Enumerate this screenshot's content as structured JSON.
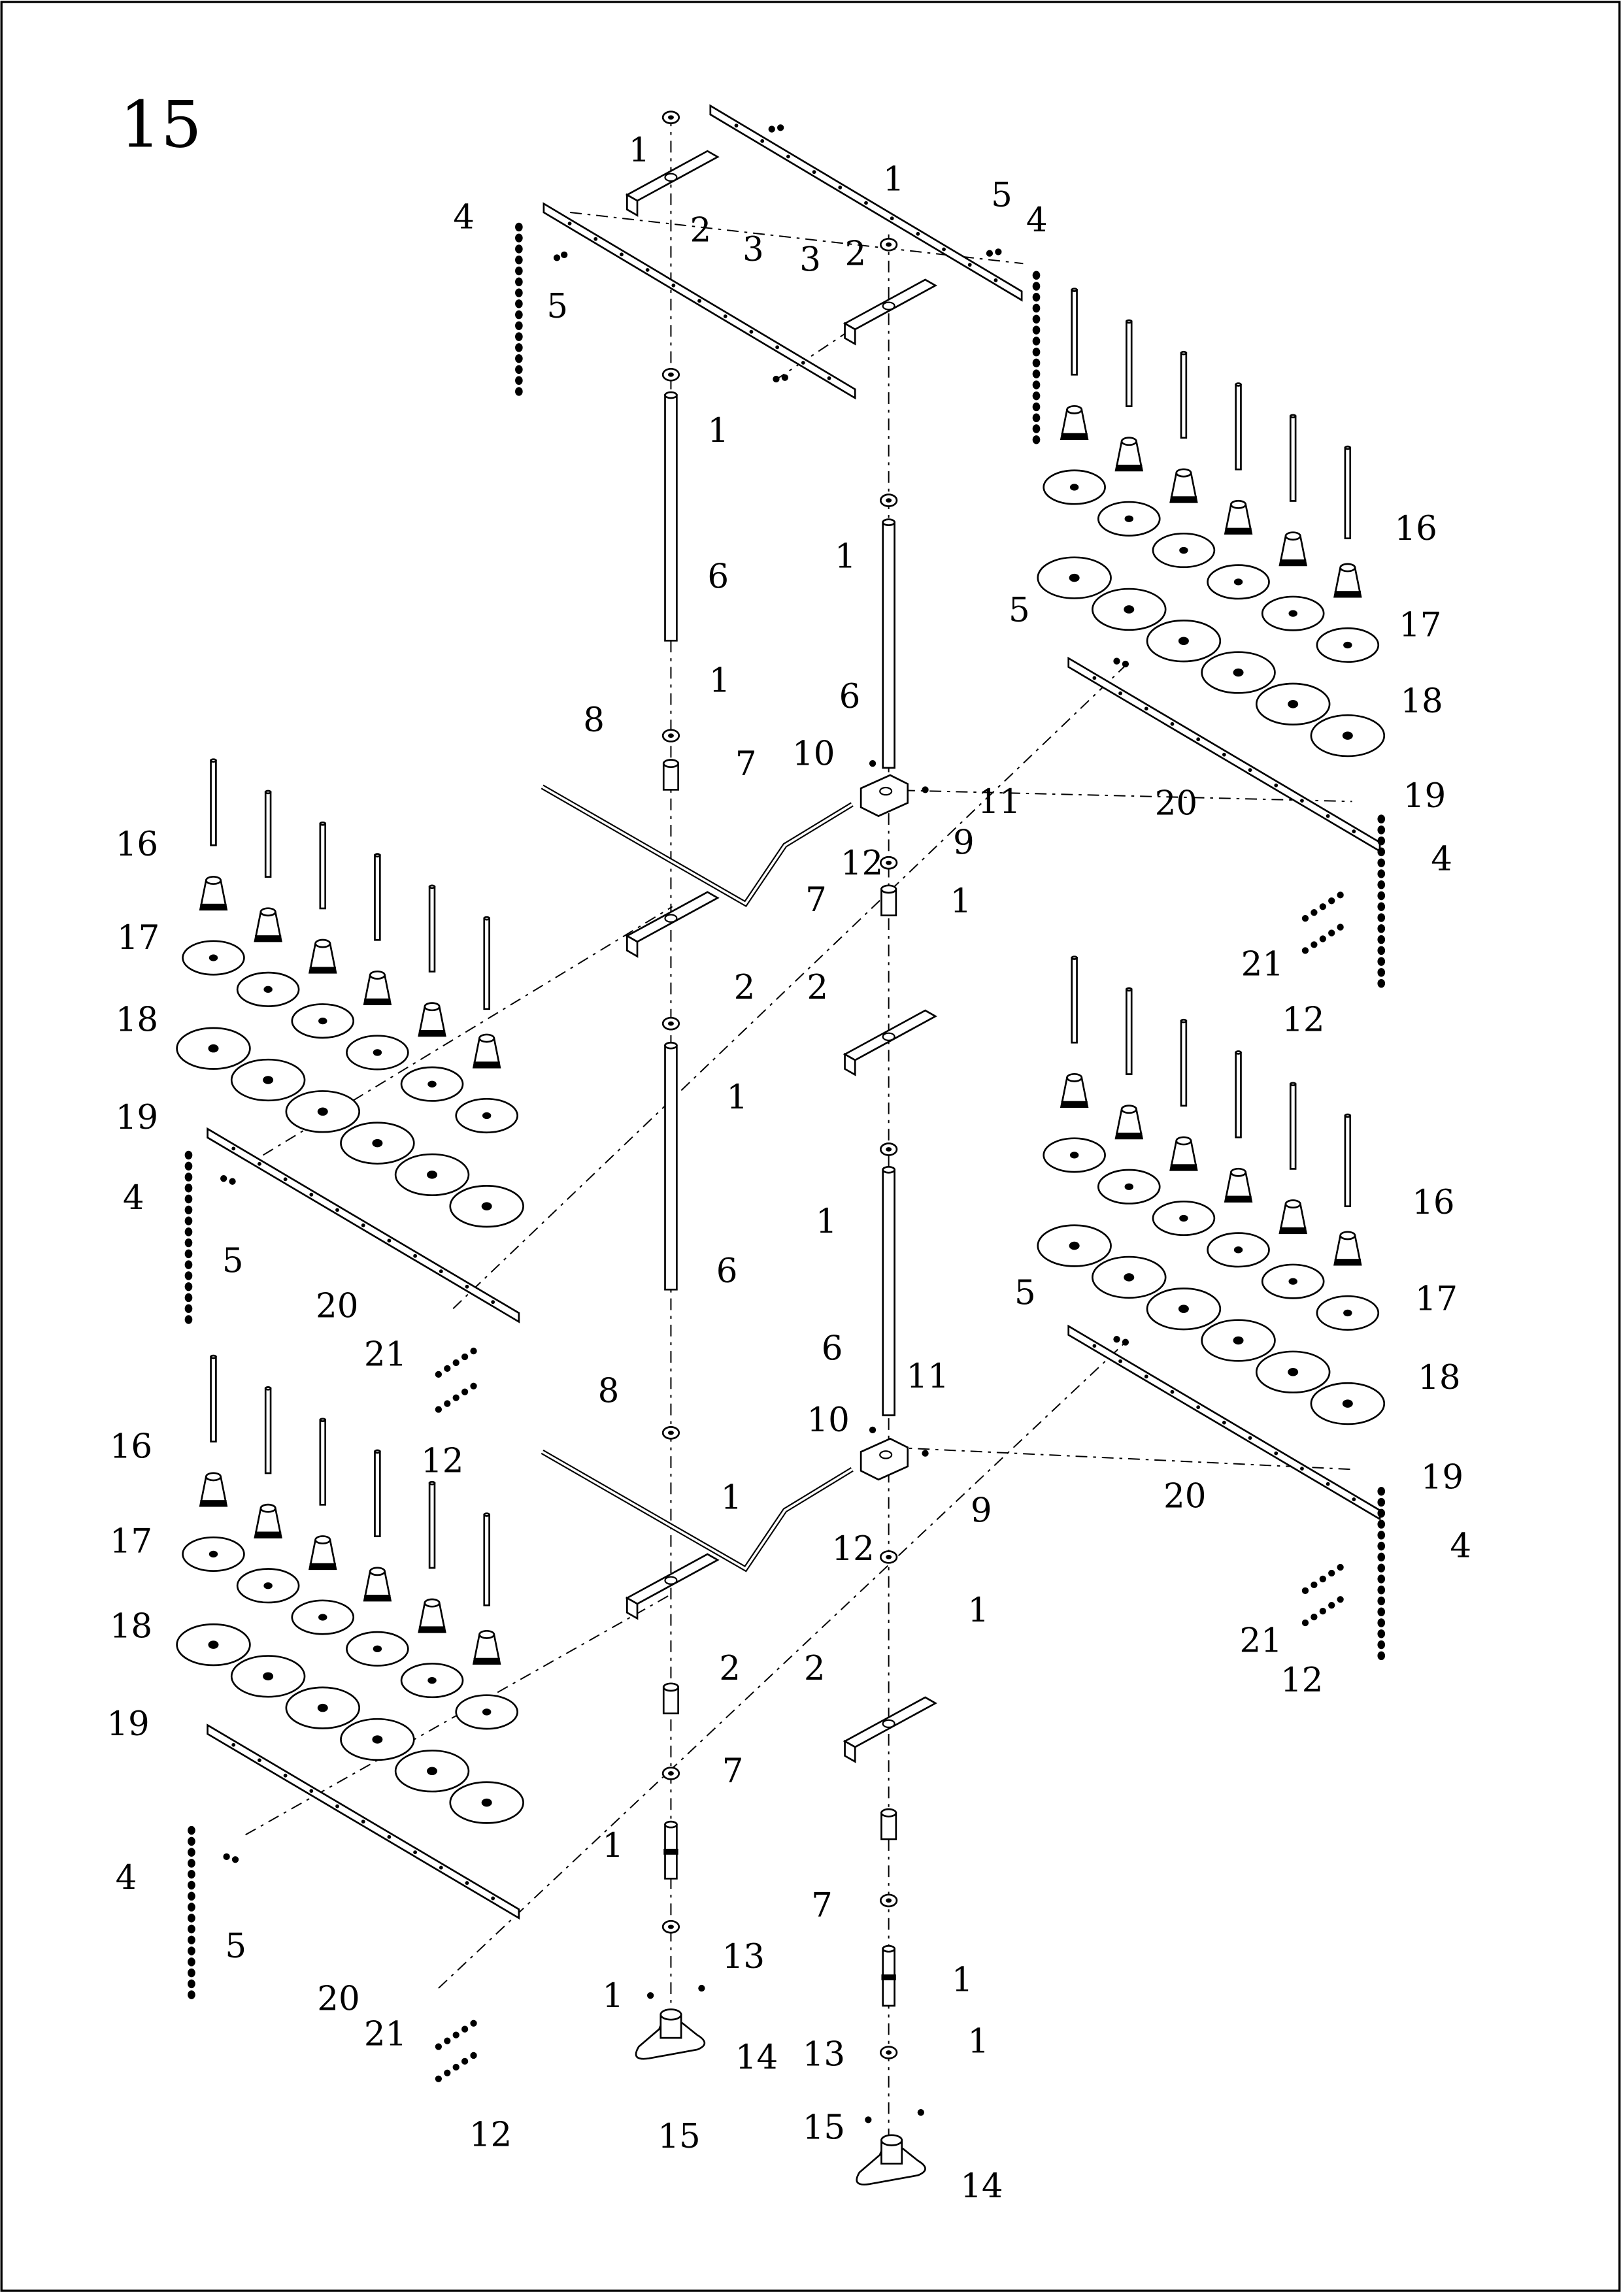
{
  "page_number": "15",
  "callouts": [
    "1",
    "2",
    "3",
    "3",
    "1",
    "5",
    "4",
    "4",
    "5",
    "2",
    "1",
    "6",
    "1",
    "6",
    "1",
    "8",
    "7",
    "10",
    "11",
    "9",
    "12",
    "1",
    "7",
    "5",
    "16",
    "17",
    "18",
    "19",
    "20",
    "4",
    "21",
    "12",
    "16",
    "17",
    "18",
    "19",
    "4",
    "5",
    "20",
    "2",
    "2",
    "1",
    "6",
    "1",
    "6",
    "21",
    "12",
    "16",
    "17",
    "18",
    "19",
    "5",
    "20",
    "4",
    "8",
    "1",
    "10",
    "11",
    "9",
    "12",
    "1",
    "2",
    "2",
    "7",
    "21",
    "12",
    "16",
    "17",
    "18",
    "19",
    "4",
    "5",
    "20",
    "21",
    "12",
    "1",
    "13",
    "1",
    "14",
    "15",
    "7",
    "1",
    "13",
    "1",
    "15",
    "14"
  ]
}
